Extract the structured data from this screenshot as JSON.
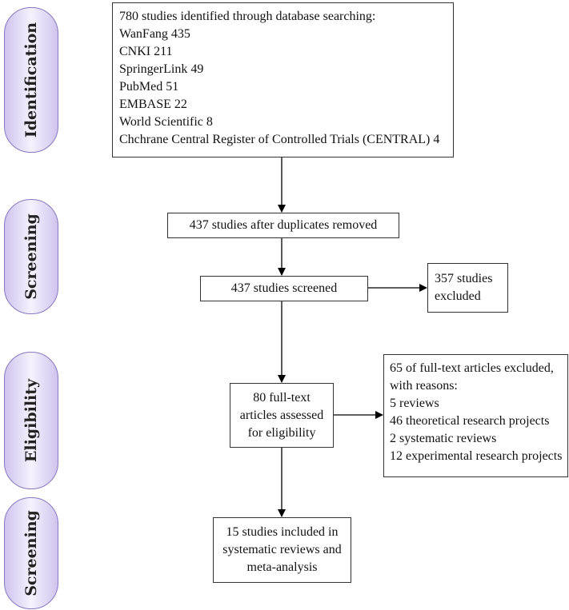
{
  "stages": [
    "Identification",
    "Screening",
    "Eligibility",
    "Screening"
  ],
  "identification_box": {
    "lines": [
      "780 studies identified through database searching:",
      "WanFang 435",
      "CNKI 211",
      "SpringerLink 49",
      "PubMed 51",
      "EMBASE 22",
      "World Scientific 8",
      "Chchrane Central Register of Controlled Trials (CENTRAL) 4"
    ]
  },
  "duplicates_box": {
    "lines": [
      "437 studies after duplicates removed"
    ]
  },
  "screened_box": {
    "lines": [
      "437 studies screened"
    ]
  },
  "excluded_box": {
    "lines": [
      "357 studies",
      "excluded"
    ]
  },
  "fulltext_box": {
    "lines": [
      "80 full-text",
      "articles assessed",
      "for eligibility"
    ]
  },
  "fulltext_excluded_box": {
    "lines": [
      "65 of full-text articles excluded,",
      "with reasons:",
      "5 reviews",
      "46 theoretical research projects",
      "2 systematic reviews",
      "12 experimental research projects"
    ]
  },
  "included_box": {
    "lines": [
      "15 studies included in",
      "systematic reviews and",
      "meta-analysis"
    ]
  }
}
